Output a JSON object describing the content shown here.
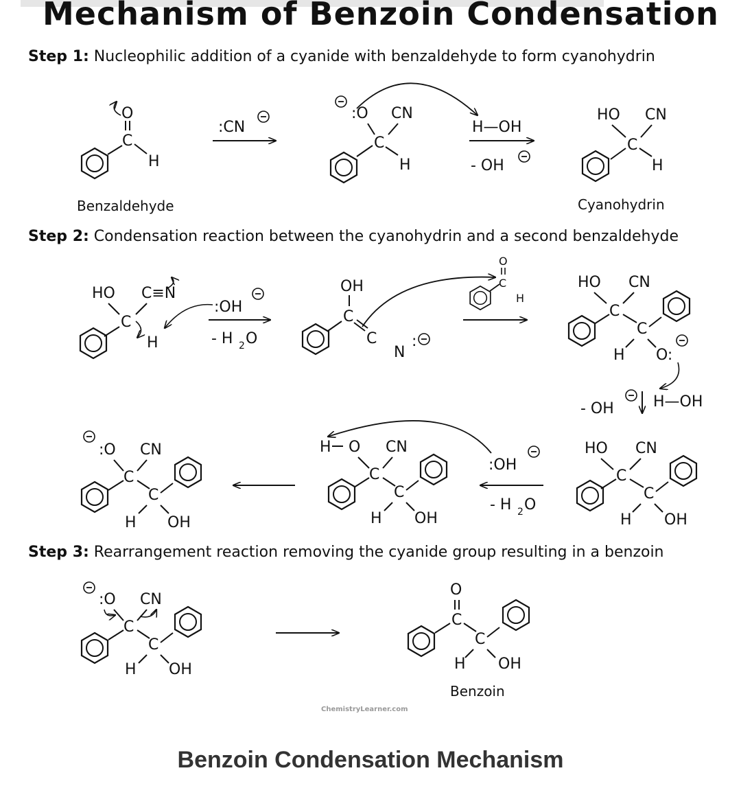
{
  "title": "Mechanism of Benzoin Condensation",
  "steps": [
    {
      "prefix": "Step 1:",
      "text": " Nucleophilic addition of a cyanide with benzaldehyde to form cyanohydrin"
    },
    {
      "prefix": "Step 2:",
      "text": " Condensation reaction between the cyanohydrin and a second benzaldehyde"
    },
    {
      "prefix": "Step 3:",
      "text": " Rearrangement reaction removing the cyanide group resulting in a benzoin"
    }
  ],
  "labels": {
    "benzaldehyde": "Benzaldehyde",
    "cyanohydrin": "Cyanohydrin",
    "benzoin": "Benzoin"
  },
  "reagents": {
    "cn": ":CN",
    "h_oh": "H—OH",
    "minus_oh": "- OH",
    "oh_base": ":OH",
    "minus_h2o": "- H",
    "h2o_o": "O",
    "h2o_sub": "2"
  },
  "watermark": "ChemistryLearner.com",
  "caption": "Benzoin Condensation Mechanism"
}
